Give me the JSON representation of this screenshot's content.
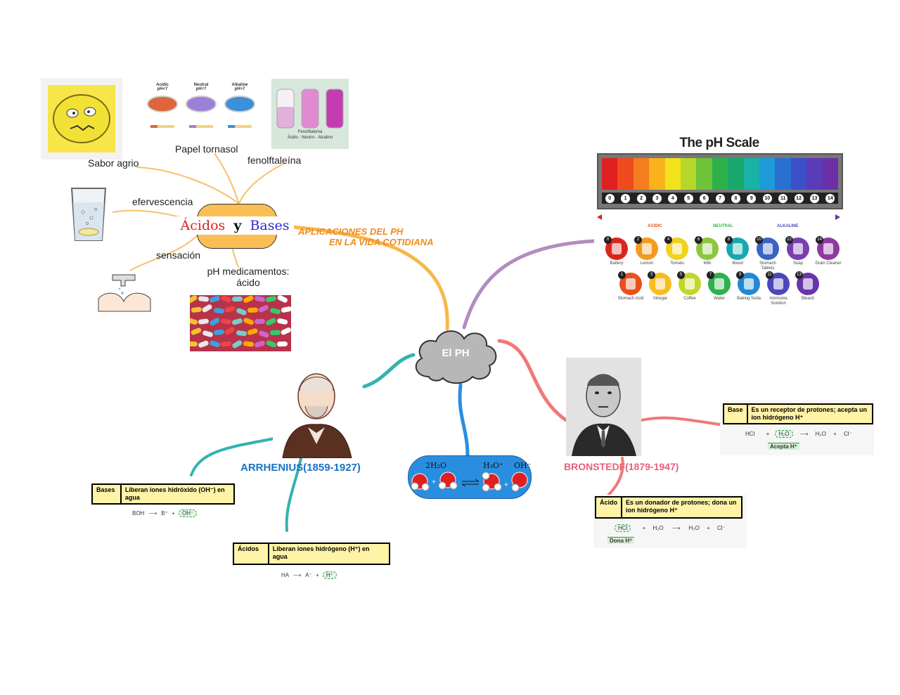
{
  "central": {
    "label": "El PH"
  },
  "acidos_node": {
    "word1": "Ácidos",
    "word2": "y",
    "word3": "Bases"
  },
  "aplicaciones": {
    "line1": "APLICACIONES DEL PH",
    "line2": "EN LA VIDA COTIDIANA"
  },
  "branches": {
    "sabor": "Sabor agrio",
    "papel": "Papel tornasol",
    "fenol": "fenolftaleína",
    "eferv": "efervescencia",
    "sens": "sensación",
    "medic_line1": "pH medicamentos:",
    "medic_line2": "ácido"
  },
  "litmus": {
    "items": [
      {
        "label1": "Acidic",
        "label2": "pH<7",
        "color": "#e0643c"
      },
      {
        "label1": "Neutral",
        "label2": "pH=7",
        "color": "#9b80d8"
      },
      {
        "label1": "Alkaline",
        "label2": "pH>7",
        "color": "#3d8fd8"
      }
    ]
  },
  "fenol_pic": {
    "caption1": "Fenolftaleína",
    "caption2": "Ácido · Neutro · Alcalino"
  },
  "ph_scale": {
    "title": "The pH Scale",
    "numbers": [
      "0",
      "1",
      "2",
      "3",
      "4",
      "5",
      "6",
      "7",
      "8",
      "9",
      "10",
      "11",
      "12",
      "13",
      "14"
    ],
    "colors": [
      "#e02020",
      "#ef4a1e",
      "#f57c1f",
      "#f9b21c",
      "#f2e21b",
      "#b7d62a",
      "#6ec33a",
      "#2eb04a",
      "#19a86b",
      "#17b3a6",
      "#1e9ad6",
      "#2a6fd2",
      "#3b4fc8",
      "#5a3cb8",
      "#6d2fa8"
    ],
    "acidic": "ACIDIC",
    "neutral": "NEUTRAL",
    "alkaline": "ALKALINE",
    "row1": [
      {
        "num": "0",
        "name": "Battery",
        "color": "#d9261c"
      },
      {
        "num": "2",
        "name": "Lemon",
        "color": "#f59a1d"
      },
      {
        "num": "4",
        "name": "Tomato",
        "color": "#f1d21c"
      },
      {
        "num": "6",
        "name": "Milk",
        "color": "#8cc63e"
      },
      {
        "num": "8",
        "name": "Blood",
        "color": "#1aa8b0"
      },
      {
        "num": "10",
        "name": "Stomach Tablets",
        "color": "#3b63c4"
      },
      {
        "num": "12",
        "name": "Soap",
        "color": "#7a3eb0"
      },
      {
        "num": "14",
        "name": "Drain Cleaner",
        "color": "#8e3aa0"
      }
    ],
    "row2": [
      {
        "num": "1",
        "name": "Stomach Acid",
        "color": "#e8501e"
      },
      {
        "num": "3",
        "name": "Vinegar",
        "color": "#f7bd1c"
      },
      {
        "num": "5",
        "name": "Coffee",
        "color": "#c2d62a"
      },
      {
        "num": "7",
        "name": "Water",
        "color": "#2eb04a"
      },
      {
        "num": "9",
        "name": "Baking Soda",
        "color": "#2189d3"
      },
      {
        "num": "11",
        "name": "Ammonia Solution",
        "color": "#4b47bd"
      },
      {
        "num": "13",
        "name": "Bleach",
        "color": "#6a34aa"
      }
    ]
  },
  "water_eq": {
    "left": "2H₂O",
    "right1": "H₃O⁺",
    "right2": "OH⁻"
  },
  "arrhenius": {
    "name": "ARRHENIUS(1859-1927)",
    "bases_key": "Bases",
    "bases_val": "Liberan iones hidróxido (OH⁻) en agua",
    "bases_eq_a": "BOH",
    "bases_eq_b": "B⁺",
    "bases_eq_plus": "+",
    "bases_eq_c": "OH⁻",
    "acidos_key": "Ácidos",
    "acidos_val": "Liberan iones hidrógeno (H⁺) en agua",
    "acidos_eq_a": "HA",
    "acidos_eq_b": "A⁻",
    "acidos_eq_plus": "+",
    "acidos_eq_c": "H⁺"
  },
  "bronsted": {
    "name": "BRONSTEDF(1879-1947)",
    "base_key": "Base",
    "base_val": "Es un receptor de protones; acepta un ion hidrógeno H⁺",
    "base_eq": [
      "HCl",
      "+",
      "H₂O",
      "H₃O",
      "+",
      "Cl⁻"
    ],
    "base_tag": "Acepta H⁺",
    "acido_key": "Ácido",
    "acido_val": "Es un donador de protones; dona un ion hidrógeno H⁺",
    "acido_eq": [
      "HCl",
      "+",
      "H₂O",
      "H₃O",
      "+",
      "Cl⁻"
    ],
    "acido_tag": "Dona H⁺"
  }
}
